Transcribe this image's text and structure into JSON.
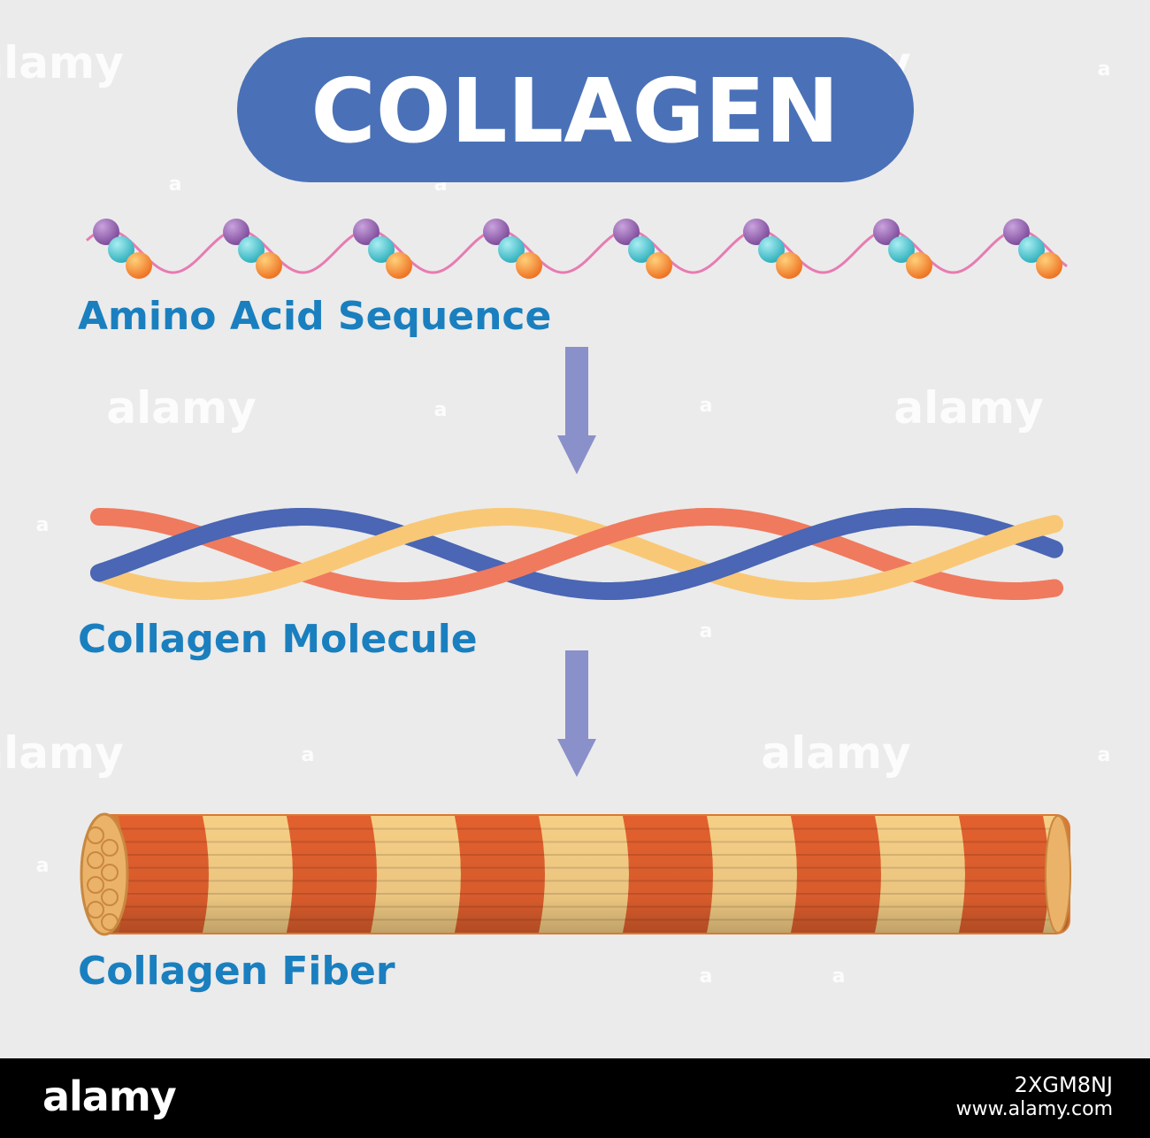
{
  "title": "COLLAGEN",
  "stages": [
    {
      "label": "Amino Acid Sequence"
    },
    {
      "label": "Collagen Molecule"
    },
    {
      "label": "Collagen Fiber"
    }
  ],
  "watermark": {
    "text": "alamy",
    "mark": "a"
  },
  "footer": {
    "brand": "alamy",
    "image_id": "2XGM8NJ",
    "site": "www.alamy.com"
  },
  "colors": {
    "background": "#ebebeb",
    "title_pill": "#4a71b7",
    "title_text": "#ffffff",
    "label_text": "#1a7fbf",
    "arrow": "#8a90c9",
    "amino_purple": "#8d5aa9",
    "amino_teal": "#3fbfcc",
    "amino_orange": "#f2862c",
    "amino_chain": "#e87bb2",
    "strand_orange": "#f07a5e",
    "strand_yellow": "#f9c877",
    "strand_blue": "#4a66b4",
    "fiber_dark": "#e2602e",
    "fiber_light": "#f6cf86",
    "fiber_end": "#ebb26a"
  }
}
